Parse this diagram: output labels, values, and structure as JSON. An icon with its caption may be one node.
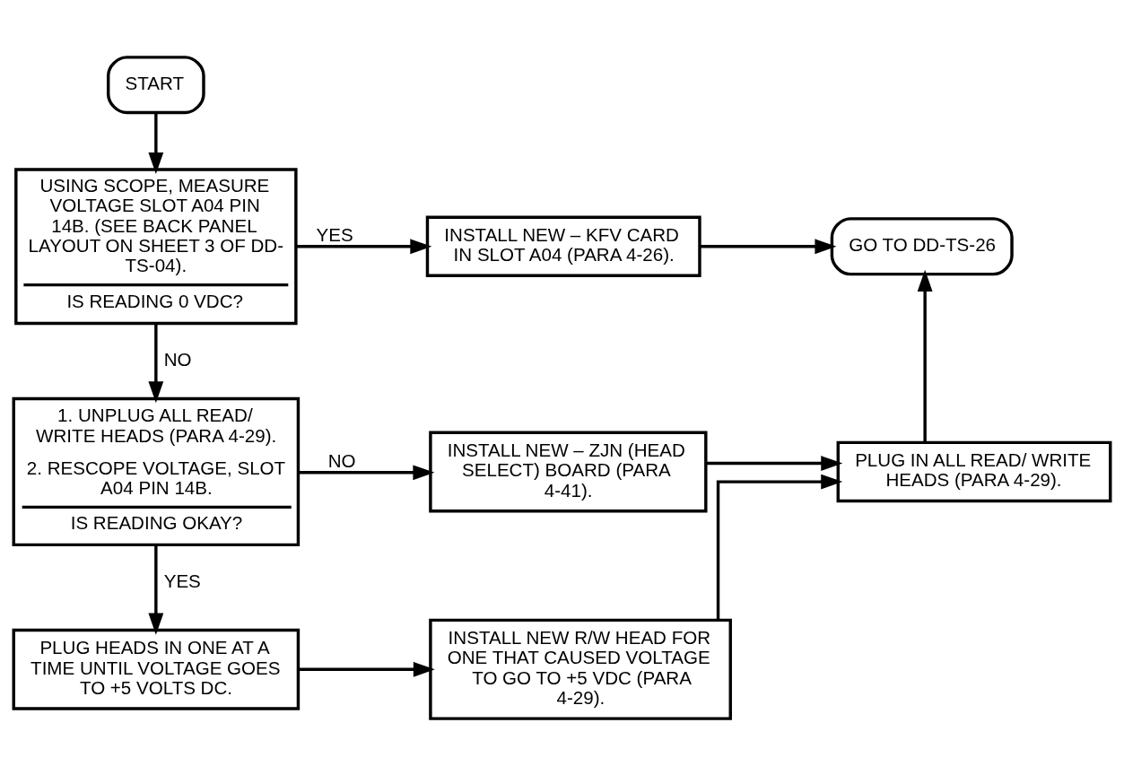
{
  "diagram": {
    "nodes": [
      {
        "text": [
          "START"
        ]
      },
      {
        "text": [
          "USING SCOPE, MEASURE VOLTAGE SLOT A04 PIN 14B. (SEE BACK PANEL LAYOUT ON SHEET 3 OF DD-TS-04).",
          "IS READING 0 VDC?"
        ]
      },
      {
        "text": [
          "INSTALL NEW – KFV CARD IN SLOT A04 (PARA 4-26)."
        ]
      },
      {
        "text": [
          "GO TO DD-TS-26"
        ]
      },
      {
        "text": [
          "1. UNPLUG ALL READ/ WRITE HEADS (PARA 4-29).",
          "2. RESCOPE VOLTAGE, SLOT A04 PIN 14B.",
          "IS READING OKAY?"
        ]
      },
      {
        "text": [
          "INSTALL NEW – ZJN (HEAD SELECT) BOARD (PARA 4-41)."
        ]
      },
      {
        "text": [
          "PLUG IN ALL READ/ WRITE HEADS (PARA 4-29)."
        ]
      },
      {
        "text": [
          "PLUG HEADS IN ONE AT A TIME UNTIL VOLTAGE GOES TO +5 VOLTS DC."
        ]
      },
      {
        "text": [
          "INSTALL NEW R/W HEAD FOR ONE THAT CAUSED VOLTAGE TO GO TO +5 VDC (PARA 4-29)."
        ]
      }
    ],
    "edges": [
      {
        "from": 0,
        "to": 1,
        "arrow": "to"
      },
      {
        "from": 1,
        "to": 2,
        "arrow": "to",
        "label": "YES"
      },
      {
        "from": 2,
        "to": 3,
        "arrow": "to"
      },
      {
        "from": 1,
        "to": 4,
        "arrow": "to",
        "label": "NO"
      },
      {
        "from": 4,
        "to": 5,
        "arrow": "to",
        "label": "NO"
      },
      {
        "from": 5,
        "to": 6,
        "arrow": "to"
      },
      {
        "from": 6,
        "to": 3,
        "arrow": "to"
      },
      {
        "from": 4,
        "to": 7,
        "arrow": "to",
        "label": "YES"
      },
      {
        "from": 7,
        "to": 8,
        "arrow": "to"
      },
      {
        "from": 8,
        "to": 6,
        "arrow": "to"
      }
    ]
  }
}
